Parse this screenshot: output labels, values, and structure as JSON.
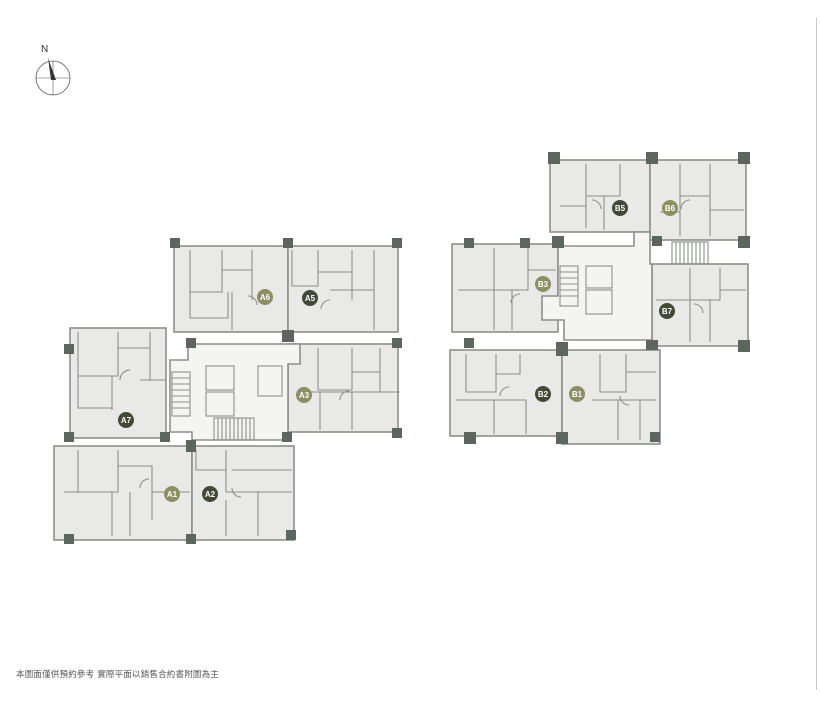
{
  "compass": {
    "label": "N"
  },
  "disclaimer": "本圖面僅供預約參考 實際平面以銷售合約書附圖為主",
  "colors": {
    "wall": "#8d9089",
    "column": "#5c665c",
    "unit_fill": "#e9e9e7",
    "badge_light": "#8c8f63",
    "badge_dark": "#404a36",
    "badge_text": "#ffffff"
  },
  "units": [
    {
      "label": "A1",
      "tone": "light"
    },
    {
      "label": "A2",
      "tone": "dark"
    },
    {
      "label": "A3",
      "tone": "light"
    },
    {
      "label": "A5",
      "tone": "dark"
    },
    {
      "label": "A6",
      "tone": "light"
    },
    {
      "label": "A7",
      "tone": "dark"
    },
    {
      "label": "B1",
      "tone": "light"
    },
    {
      "label": "B2",
      "tone": "dark"
    },
    {
      "label": "B3",
      "tone": "light"
    },
    {
      "label": "B5",
      "tone": "dark"
    },
    {
      "label": "B6",
      "tone": "light"
    },
    {
      "label": "B7",
      "tone": "dark"
    }
  ]
}
